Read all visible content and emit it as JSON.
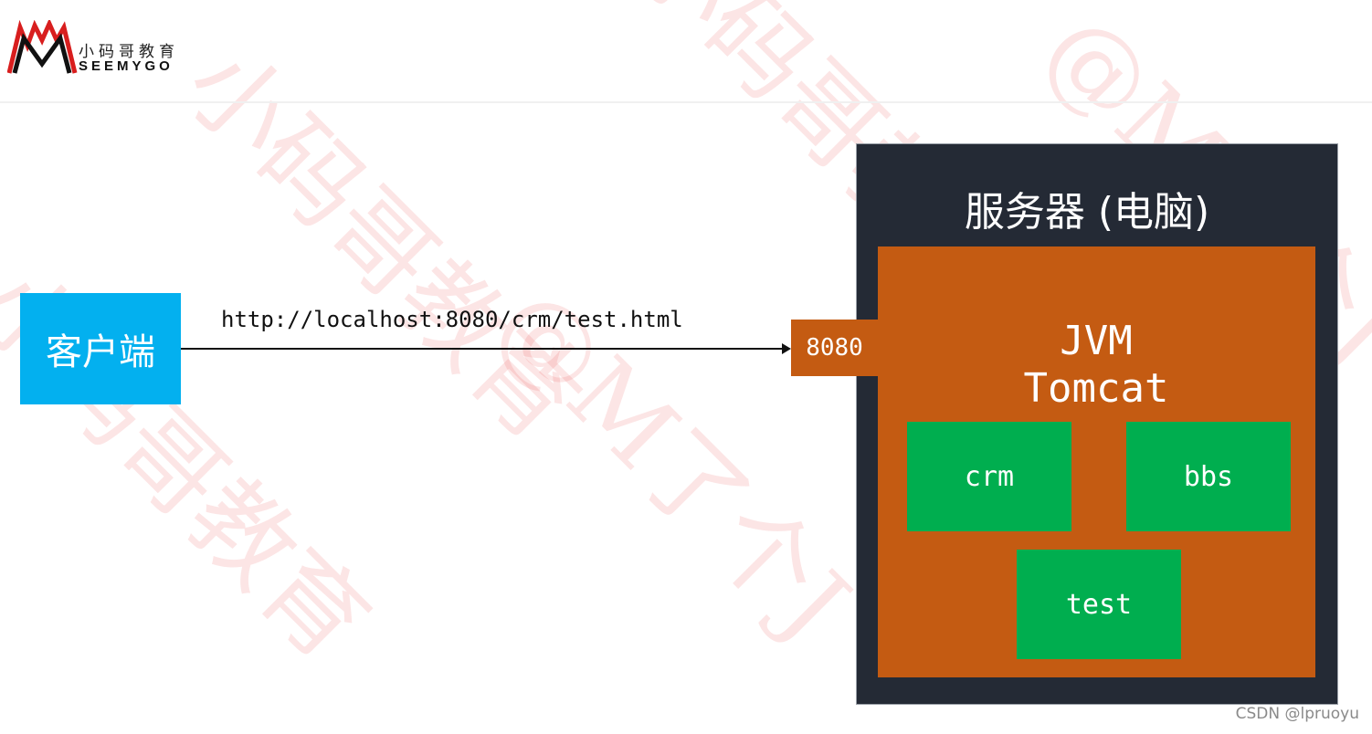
{
  "logo": {
    "icon": "mountain-m-logo-icon",
    "cn": "小码哥教育",
    "en": "SEEMYGO",
    "colors": {
      "red": "#d81e1e",
      "black": "#111111"
    }
  },
  "client": {
    "label": "客户端",
    "color": "#03b0ef"
  },
  "request": {
    "url": "http://localhost:8080/crm/test.html"
  },
  "server": {
    "title": "服务器 (电脑)",
    "color": "#242a35",
    "port": "8080",
    "container": {
      "line1": "JVM",
      "line2": "Tomcat",
      "color": "#c45b12"
    },
    "apps": [
      {
        "name": "crm"
      },
      {
        "name": "bbs"
      },
      {
        "name": "test"
      }
    ],
    "app_color": "#00ae4f"
  },
  "watermark": {
    "text1": "小码哥教育",
    "text2": "@M了个J"
  },
  "credit": "CSDN @lpruoyu"
}
